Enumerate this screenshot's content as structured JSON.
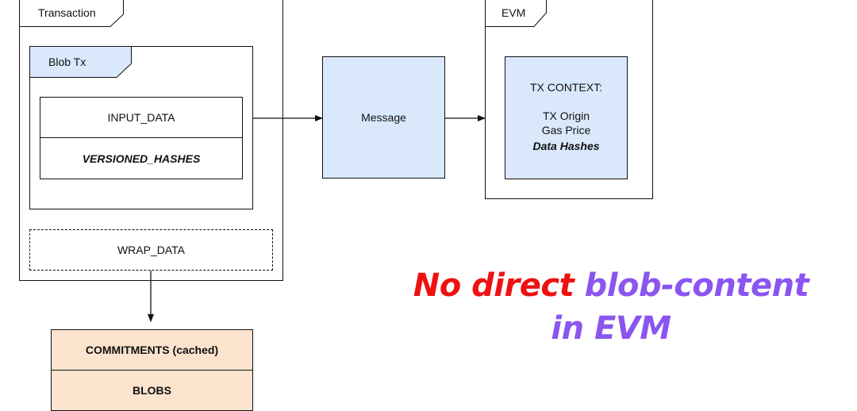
{
  "transaction": {
    "tab_label": "Transaction",
    "blob_tx": {
      "tab_label": "Blob Tx",
      "fields": [
        "INPUT_DATA",
        "VERSIONED_HASHES"
      ]
    },
    "wrap_data_label": "WRAP_DATA"
  },
  "message": {
    "label": "Message"
  },
  "evm": {
    "tab_label": "EVM",
    "tx_context": {
      "title": "TX CONTEXT:",
      "items": [
        "TX Origin",
        "Gas Price",
        "Data Hashes"
      ]
    }
  },
  "storage": {
    "rows": [
      "COMMITMENTS (cached)",
      "BLOBS"
    ]
  },
  "headline": {
    "part1": "No direct",
    "part2": "blob-content",
    "part3": "in EVM"
  },
  "colors": {
    "blue_fill": "#dae8fc",
    "orange_fill": "#fce3cd",
    "headline_red": "#ee1111",
    "headline_purple": "#8a55f0",
    "line": "#111111"
  }
}
